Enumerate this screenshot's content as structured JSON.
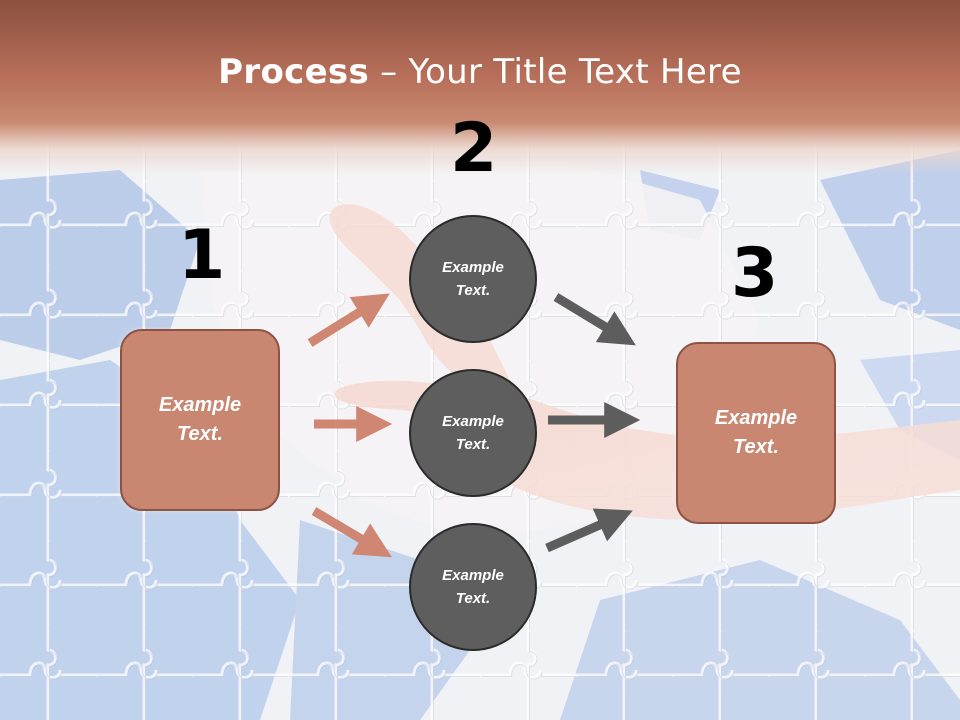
{
  "slide": {
    "title_bold": "Process",
    "title_rest": " – Your Title Text Here"
  },
  "steps": {
    "one": "1",
    "two": "2",
    "three": "3"
  },
  "nodes": {
    "left_box": [
      "Example",
      "Text."
    ],
    "circle_top": [
      "Example",
      "Text."
    ],
    "circle_middle": [
      "Example",
      "Text."
    ],
    "circle_bottom": [
      "Example",
      "Text."
    ],
    "right_box": [
      "Example",
      "Text."
    ]
  },
  "colors": {
    "title_band": "#b8705a",
    "box_fill": "#c98670",
    "circle_fill": "#5e5e5e",
    "arrow_salmon": "#cf8672",
    "arrow_gray": "#5d5d5d"
  }
}
